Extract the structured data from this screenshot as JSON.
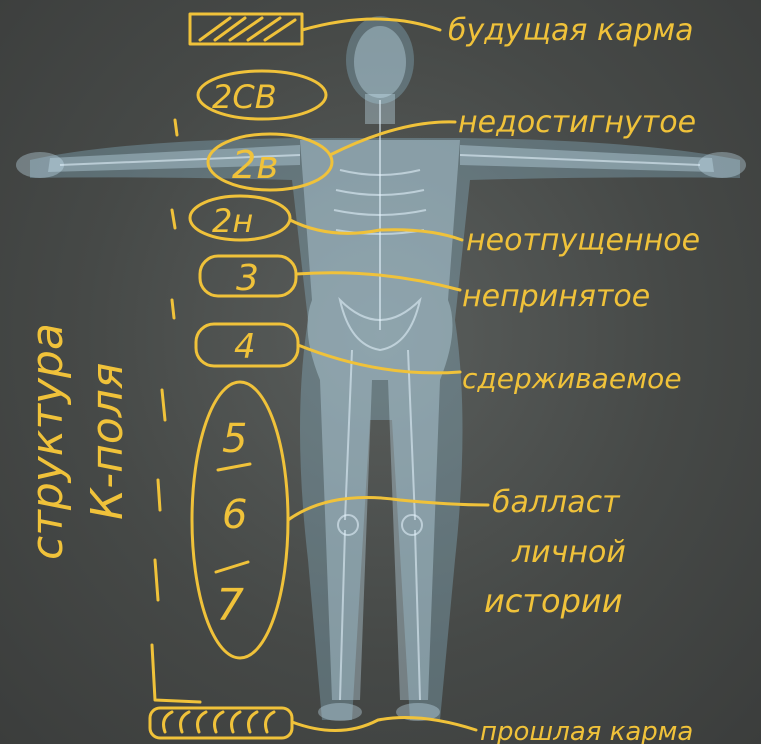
{
  "title": [
    "структура",
    "К-поля"
  ],
  "levels": [
    {
      "id": "future",
      "label": "будущая карма"
    },
    {
      "id": "2sv",
      "badge": "2СВ"
    },
    {
      "id": "2v",
      "badge": "2в",
      "label": "недостигнутое"
    },
    {
      "id": "2n",
      "badge": "2н",
      "label": "неотпущенное"
    },
    {
      "id": "3",
      "badge": "3",
      "label": "непринятое"
    },
    {
      "id": "4",
      "badge": "4",
      "label": "сдерживаемое"
    },
    {
      "id": "567",
      "badges": [
        "5",
        "6",
        "7"
      ],
      "label": [
        "балласт",
        "личной",
        "истории"
      ]
    },
    {
      "id": "past",
      "label": "прошлая карма"
    }
  ],
  "colors": {
    "ink": "#f0c23a",
    "board": "#4a4d4b",
    "body": "#bfe4f7"
  }
}
